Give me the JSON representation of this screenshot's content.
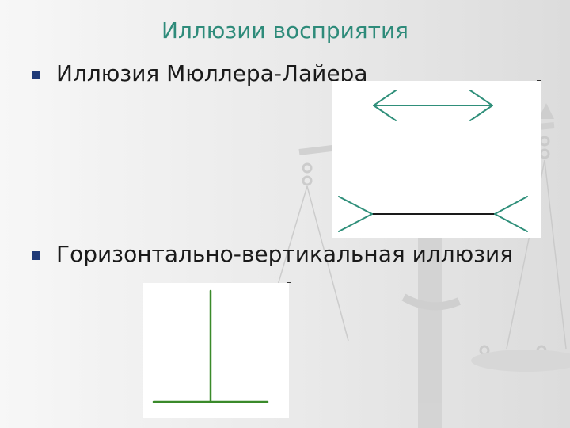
{
  "slide": {
    "title": "Иллюзии восприятия",
    "bullets": [
      {
        "text": "Иллюзия Мюллера-Лайера"
      },
      {
        "text": "Горизонтально-вертикальная иллюзия"
      }
    ]
  },
  "colors": {
    "title": "#2e8b7a",
    "bullet": "#1f3a78",
    "figure_line": "#2f8f7a",
    "figure_line_dark": "#1a1a1a",
    "t_figure": "#3a8a2a"
  },
  "icons": {
    "watermark": "scales-of-justice-icon"
  }
}
